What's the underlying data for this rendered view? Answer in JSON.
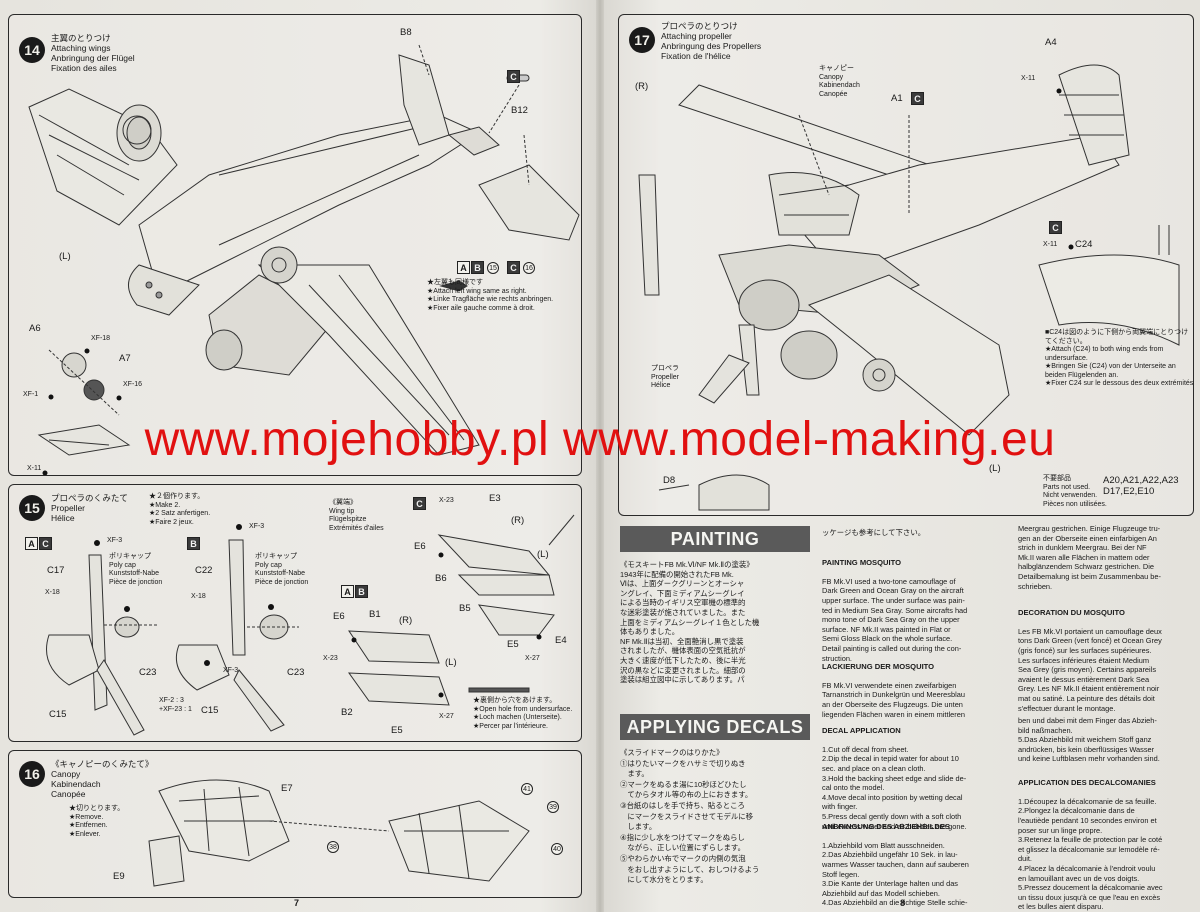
{
  "watermark": "www.mojehobby.pl www.model-making.eu",
  "page_left": "7",
  "page_right": "8",
  "step14": {
    "number": "14",
    "title_jp": "主翼のとりつけ",
    "title_en": "Attaching wings",
    "title_de": "Anbringung der Flügel",
    "title_fr": "Fixation des ailes",
    "labels": [
      "B8",
      "B12",
      "A6",
      "A7",
      "XF-16",
      "XF-1",
      "X-11",
      "(L)"
    ],
    "paint_tags": [
      "A",
      "B",
      "15",
      "C",
      "16"
    ],
    "c_tag": "C",
    "note_jp": "★左翼も同様です",
    "note_en": "★Attach left wing same as right.",
    "note_de": "★Linke Tragfläche wie rechts anbringen.",
    "note_fr": "★Fixer aile gauche comme à droit."
  },
  "step15": {
    "number": "15",
    "title_jp": "プロペラのくみたて",
    "title_en": "Propeller",
    "title_fr": "Hélice",
    "make2_jp": "★２個作ります。",
    "make2_en": "★Make 2.",
    "make2_de": "★2 Satz anfertigen.",
    "make2_fr": "★Faire 2 jeux.",
    "polycap_jp": "ポリキャップ",
    "polycap_en": "Poly cap",
    "polycap_de": "Kunststoff-Nabe",
    "polycap_fr": "Pièce de jonction",
    "tags_left": [
      "A",
      "C"
    ],
    "tag_mid": "B",
    "labels": [
      "XF-3",
      "C17",
      "X-18",
      "C23",
      "C15",
      "C22",
      "XF-3",
      "X-18",
      "C23",
      "XF-3",
      "C15",
      "XF-2 : 3",
      "+XF-23 : 1"
    ],
    "wingtip_jp": "《翼端》",
    "wingtip_en": "Wing tip",
    "wingtip_de": "Flügelspitze",
    "wingtip_fr": "Extrémités d'ailes",
    "wingtip_tag": "C",
    "wingtip_tags2": [
      "A",
      "B"
    ],
    "wingtip_labels": [
      "X-23",
      "E3",
      "(R)",
      "E6",
      "B6",
      "(L)",
      "B5",
      "E5",
      "E4",
      "X-27",
      "E6",
      "B1",
      "(R)",
      "X-23",
      "(L)",
      "B2",
      "E5",
      "X-27"
    ],
    "hole_jp": "★裏側から穴をあけます。",
    "hole_en": "★Open hole from undersurface.",
    "hole_de": "★Loch machen (Unterseite).",
    "hole_fr": "★Percer par l'intérieure."
  },
  "step16": {
    "number": "16",
    "title_jp": "《キャノピーのくみたて》",
    "title_en": "Canopy",
    "title_de": "Kabinendach",
    "title_fr": "Canopée",
    "remove_jp": "★切りとります。",
    "remove_en": "★Remove.",
    "remove_de": "★Entfernen.",
    "remove_fr": "★Enlever.",
    "labels": [
      "E7",
      "E9"
    ],
    "decals": [
      "41",
      "39",
      "38",
      "40"
    ]
  },
  "step17": {
    "number": "17",
    "title_jp": "プロペラのとりつけ",
    "title_en": "Attaching propeller",
    "title_de": "Anbringung des Propellers",
    "title_fr": "Fixation de l'hélice",
    "canopy_jp": "キャノピー",
    "canopy_en": "Canopy",
    "canopy_de": "Kabinendach",
    "canopy_fr": "Canopée",
    "prop_jp": "プロペラ",
    "prop_en": "Propeller",
    "prop_fr": "Hélice",
    "labels": [
      "(R)",
      "A4",
      "X-11",
      "A1",
      "C",
      "X-11",
      "C24",
      "C",
      "D8",
      "(L)"
    ],
    "c24_jp": "■C24は図のように下側から両翼端にとりつけてください。",
    "c24_en": "★Attach (C24) to both wing ends from undersurface.",
    "c24_de": "★Bringen Sie (C24) von der Unterseite an beiden Flügelenden an.",
    "c24_fr": "★Fixer C24 sur le dessous des deux extrémités",
    "unused_jp": "不要部品",
    "unused_en": "Parts not used.",
    "unused_de": "Nicht verwenden.",
    "unused_fr": "Pièces non utilisées.",
    "unused_parts_1": "A20,A21,A22,A23",
    "unused_parts_2": "D17,E2,E10"
  },
  "painting": {
    "header": "PAINTING",
    "jp_text": "《モスキートFB Mk.Ⅵ/NF Mk.Ⅱの塗装》\n1943年に配備の開始されたFB Mk.\nⅥは、上面ダークグリーンとオーシャ\nングレイ、下面ミディアムシーグレイ\nによる当時のイギリス空軍機の標準的\nな迷彩塗装が施されていました。また\n上面をミディアムシーグレイ１色とした機\n体もありました。\nNF Mk.Ⅱは当初、全面艶消し黒で塗装\nされましたが、機体表面の空気抵抗が\n大きく速度が低下したため、後に半光\n沢の黒などに変更されました。細部の\n塗装は組立図中に示してあります。パ",
    "jp_cont": "ッケージも参考にして下さい。",
    "en_title": "PAINTING MOSQUITO",
    "en_text": "FB Mk.VI used a two-tone camouflage of\nDark Green and Ocean Gray on the aircraft\nupper surface. The under surface was pain-\nted in Medium Sea Gray. Some aircrafts had\nmono tone of Dark Sea Gray on the upper\nsurface. NF Mk.II was painted in Flat or\nSemi Gloss Black on the whole surface.\nDetail painting is called out during the con-\nstruction.",
    "de_title": "LACKIERUNG DER MOSQUITO",
    "de_text": "FB Mk.VI verwendete einen zweifarbigen\nTarnanstrich in Dunkelgrün und Meeresblau\nan der Oberseite des Flugzeugs. Die unten\nliegenden Flächen waren in einem mittleren",
    "de_cont": "Meergrau gestrichen. Einige Flugzeuge tru-\ngen an der Oberseite einen einfarbigen An\nstrich in dunklem Meergrau. Bei der NF\nMk.II waren alle Flächen in mattem oder\nhalbglänzendem Schwarz gestrichen. Die\nDetailbemalung ist beim Zusammenbau be-\nschrieben.",
    "fr_title": "DECORATION DU MOSQUITO",
    "fr_text": "Les FB Mk.VI portaient un camouflage deux\ntons Dark Green (vert foncé) et Ocean Grey\n(gris foncé) sur les surfaces supérieures.\nLes surfaces inférieures étaient Medium\nSea Grey (gris moyen). Certains appareils\navaient le dessus entièrement Dark Sea\nGrey. Les NF Mk.II étaient entièrement noir\nmat ou satiné. La peinture des détails doit\ns'effectuer durant le montage."
  },
  "decals": {
    "header": "APPLYING DECALS",
    "jp_text": "《スライドマークのはりかた》\n①はりたいマークをハサミで切りぬき\n　ます。\n②マークをぬるま湯に10秒ほどひたし\n　てからタオル等の布の上におきます。\n③台紙のはしを手で持ち、貼るところ\n　にマークをスライドさせてモデルに移\n　します。\n④指に少し水をつけてマークをぬらし\n　ながら、正しい位置にずらします。\n⑤やわらかい布でマークの内側の気泡\n　をおし出すようにして、おしつけるよう\n　にして水分をとります。",
    "en_title": "DECAL APPLICATION",
    "en_text": "1.Cut off decal from sheet.\n2.Dip the decal in tepid water for about 10\nsec. and place on a clean cloth.\n3.Hold the backing sheet edge and slide de-\ncal onto the model.\n4.Move decal into position by wetting decal\nwith finger.\n5.Press decal gently down with a soft cloth\nuntil excess water and air bubbles are gone.",
    "de_title": "ANBRINGUNG DES ABZIEHBILDES",
    "de_text": "1.Abziehbild vom Blatt ausschneiden.\n2.Das Abziehbild ungefähr 10 Sek. in lau-\nwarmes Wasser tauchen, dann auf sauberen\nStoff legen.\n3.Die Kante der Unterlage halten und das\nAbziehbild auf das Modell schieben.\n4.Das Abziehbild an die richtige Stelle schie-",
    "de_cont": "ben und dabei mit dem Finger das Abzieh-\nbild naßmachen.\n5.Das Abziehbild mit weichem Stoff ganz\nandrücken, bis kein überflüssiges Wasser\nund keine Luftblasen mehr vorhanden sind.",
    "fr_title": "APPLICATION DES DECALCOMANIES",
    "fr_text": "1.Découpez la décalcomanie de sa feuille.\n2.Plongez la décalcomanie dans de\nl'eautiède pendant 10 secondes environ et\nposer sur un linge propre.\n3.Retenez la feuille de protection par le coté\net glissez la décalcomanie sur lemodèle ré-\nduit.\n4.Placez la décalcomanie à l'endroit voulu\nen lamouillant avec un de vos doigts.\n5.Pressez doucement la décalcomanie avec\nun tissu doux jusqu'à ce que l'eau en excès\net les bulles aient disparu."
  }
}
